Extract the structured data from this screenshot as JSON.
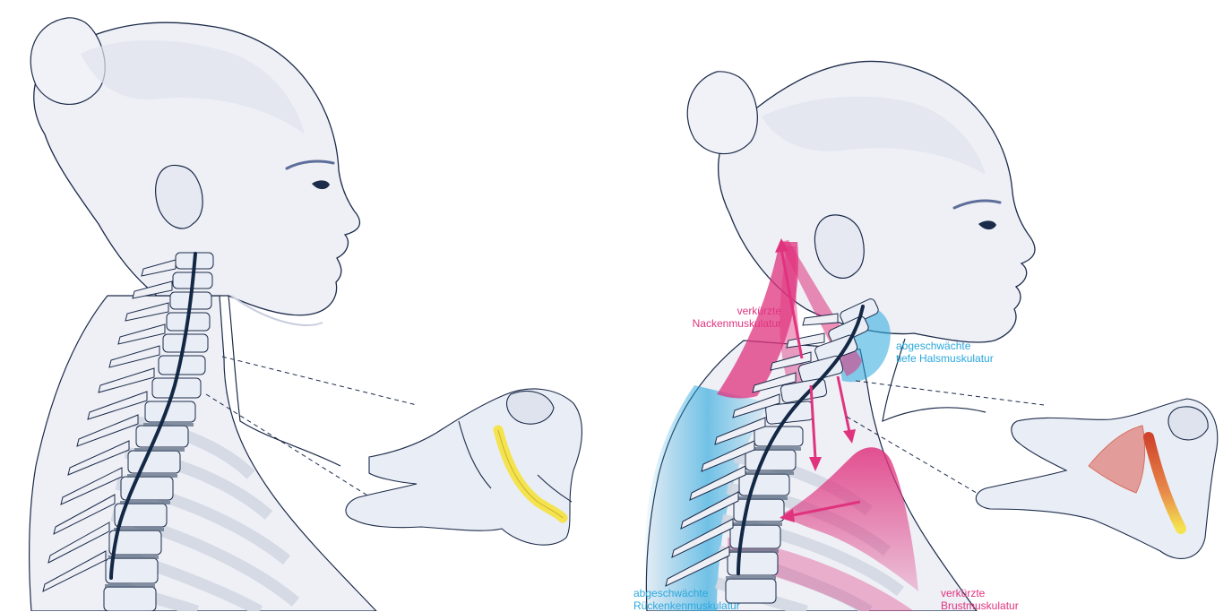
{
  "left_panel": {
    "figure": "normal-posture-head-neck-spine"
  },
  "right_panel": {
    "figure": "forward-head-posture-head-neck-spine",
    "labels": {
      "neck_short": {
        "line1": "verkürzte",
        "line2": "Nackenmuskulatur"
      },
      "deep_neck_weak": {
        "line1": "abgeschwächte",
        "line2": "tiefe Halsmuskulatur"
      },
      "back_weak": {
        "line1": "abgeschwächte",
        "line2": "Rückenkenmuskulatur"
      },
      "chest_short": {
        "line1": "verkürzte",
        "line2": "Brustmuskulatur"
      }
    }
  },
  "colors": {
    "outline": "#1c2b4a",
    "skin_fill": "#eef0f6",
    "skin_shade": "#dfe3ee",
    "spine_line": "#132845",
    "bone_fill": "#e9edf5",
    "disc_band": "#5e6e84",
    "nerve_yellow": "#f4e34f",
    "muscle_short_pink": "#e0337e",
    "muscle_weak_blue": "#2aa7dd",
    "inflamed_red": "#d0442c"
  }
}
